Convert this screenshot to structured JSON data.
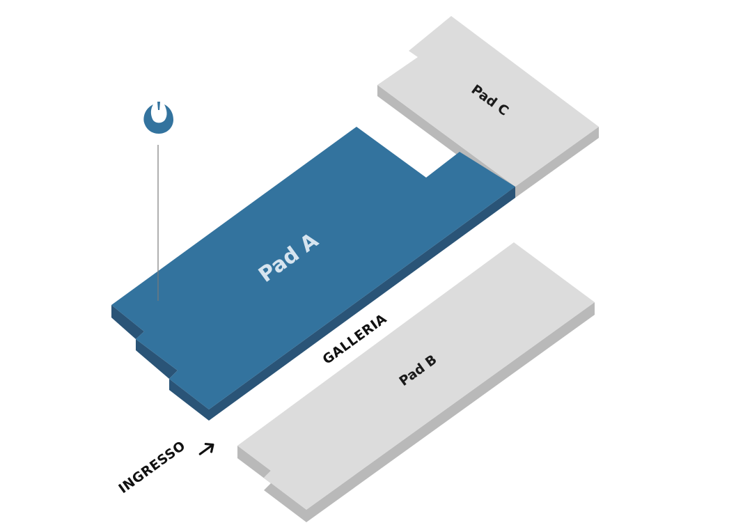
{
  "halls": [
    {
      "id": "pad-a",
      "label": "Pad A",
      "selected": true
    },
    {
      "id": "pad-b",
      "label": "Pad B",
      "selected": false
    },
    {
      "id": "pad-c",
      "label": "Pad C",
      "selected": false
    }
  ],
  "gallery": {
    "label": "GALLERIA"
  },
  "entrance": {
    "label": "INGRESSO",
    "icon": "arrow-up-right-icon"
  },
  "marker": {
    "icon": "location-pin-icon"
  },
  "colors": {
    "selected_top": "#33739e",
    "selected_side": "#2a5477",
    "hall_top": "#dcdcdc",
    "hall_side": "#b9b9b9",
    "marker": "#33739e"
  }
}
